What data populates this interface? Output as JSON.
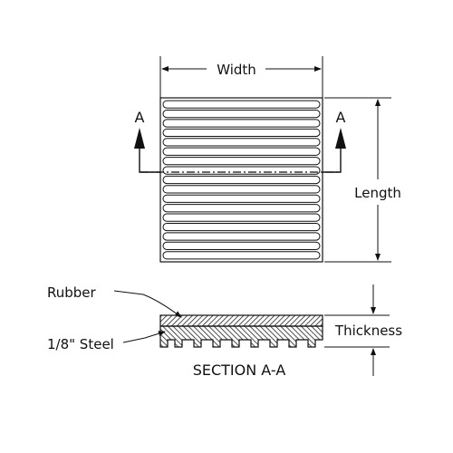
{
  "dimensions": {
    "width_label": "Width",
    "length_label": "Length",
    "thickness_label": "Thickness"
  },
  "section_markers": {
    "left_letter": "A",
    "right_letter": "A"
  },
  "section_view": {
    "title": "SECTION A-A",
    "rubber_label": "Rubber",
    "steel_label": "1/8\" Steel"
  },
  "pad": {
    "rib_count": 17
  }
}
